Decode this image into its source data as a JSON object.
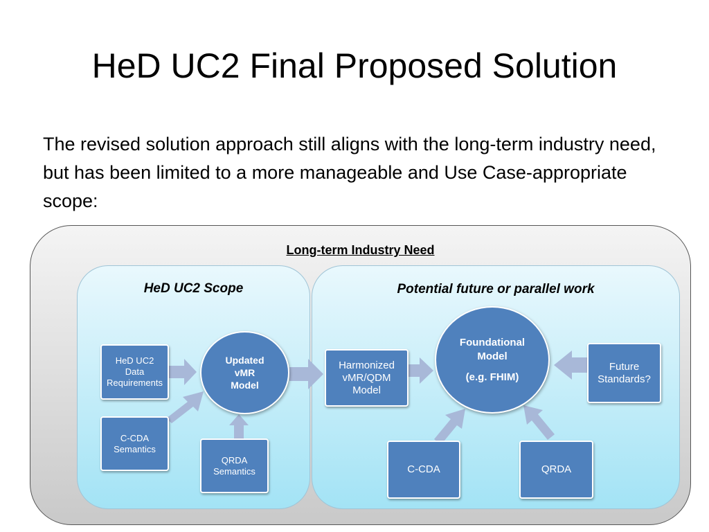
{
  "slide": {
    "title": "HeD UC2 Final Proposed Solution",
    "intro": "The revised solution approach still aligns with the long-term industry need, but has been limited to a more manageable and Use Case-appropriate scope:"
  },
  "diagram": {
    "outer_label": "Long-term Industry Need",
    "left_panel": {
      "title": "HeD UC2 Scope",
      "data_req": "HeD UC2\nData\nRequirements",
      "ccda": "C-CDA\nSemantics",
      "qrda": "QRDA\nSemantics",
      "vmr": "Updated\nvMR\nModel"
    },
    "right_panel": {
      "title": "Potential future or parallel work",
      "harmonized": "Harmonized\nvMR/QDM\nModel",
      "foundational": "Foundational\nModel",
      "foundational_sub": "(e.g. FHIM)",
      "future": "Future\nStandards?",
      "ccda": "C-CDA",
      "qrda": "QRDA"
    },
    "colors": {
      "node_fill": "#4f81bd",
      "arrow_fill": "#a8b8d8",
      "panel_fill": "#a3e3f5",
      "outer_fill": "#c9c9c9"
    }
  }
}
